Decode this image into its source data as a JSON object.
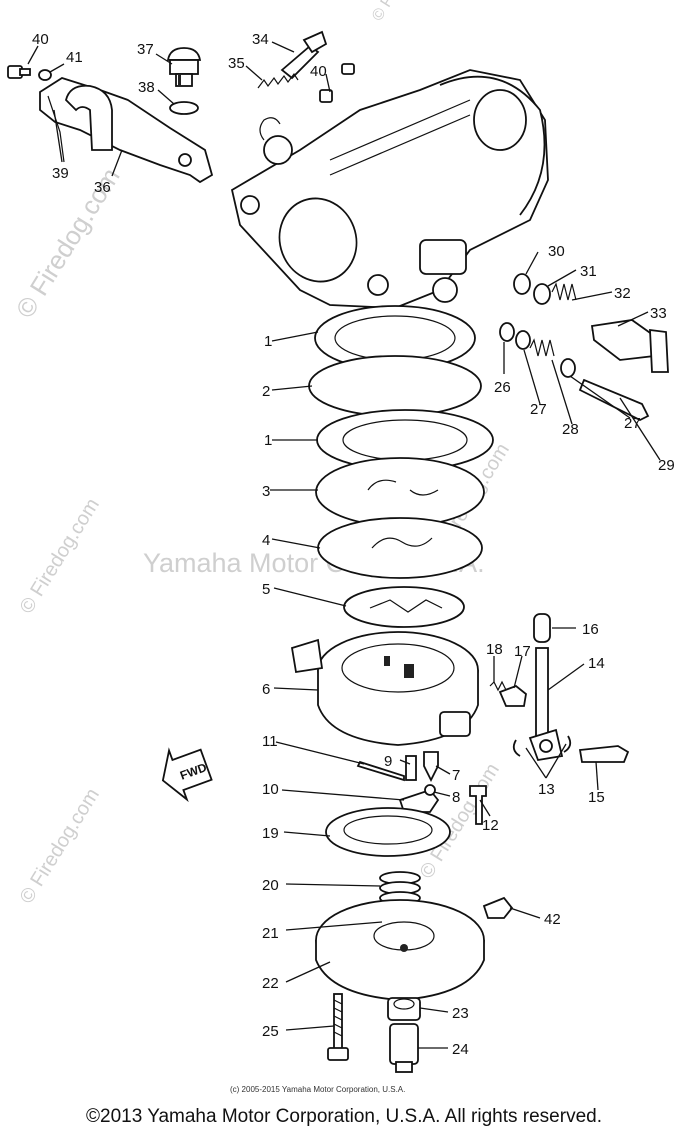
{
  "watermarks": {
    "diagonal": "© Firedog.com",
    "center": "Yamaha Motor Corp., U.S.A."
  },
  "fwd_label": "FWD",
  "small_copyright": "(c) 2005-2015 Yamaha Motor Corporation, U.S.A.",
  "footer_copyright": "©2013 Yamaha Motor Corporation, U.S.A. All rights reserved.",
  "callouts": {
    "c40a": "40",
    "c41": "41",
    "c37": "37",
    "c38": "38",
    "c39": "39",
    "c36": "36",
    "c34": "34",
    "c35": "35",
    "c40b": "40",
    "c1a": "1",
    "c2": "2",
    "c1b": "1",
    "c3": "3",
    "c4": "4",
    "c5": "5",
    "c6": "6",
    "c30": "30",
    "c31": "31",
    "c32": "32",
    "c33": "33",
    "c26": "26",
    "c27a": "27",
    "c28": "28",
    "c27b": "27",
    "c29": "29",
    "c16": "16",
    "c18": "18",
    "c17": "17",
    "c14": "14",
    "c13": "13",
    "c15": "15",
    "c11": "11",
    "c9": "9",
    "c7": "7",
    "c10": "10",
    "c8": "8",
    "c12": "12",
    "c19": "19",
    "c20": "20",
    "c42": "42",
    "c21": "21",
    "c22": "22",
    "c23": "23",
    "c25": "25",
    "c24": "24"
  }
}
